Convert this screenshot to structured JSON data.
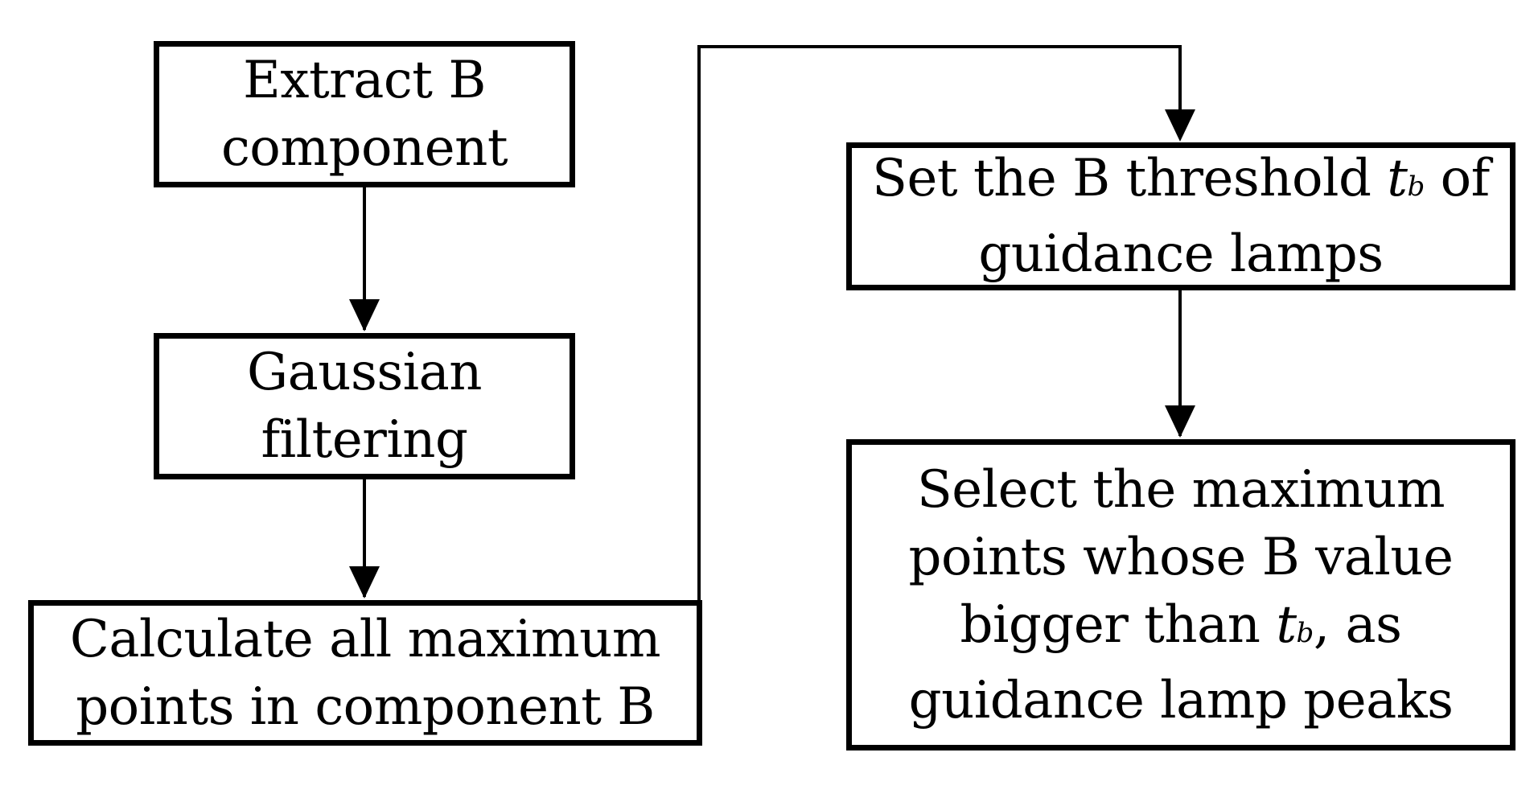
{
  "flowchart": {
    "steps": [
      {
        "id": "extract",
        "lines": [
          "Extract B",
          "component"
        ]
      },
      {
        "id": "gaussian",
        "lines": [
          "Gaussian",
          "filtering"
        ]
      },
      {
        "id": "calculate",
        "lines": [
          "Calculate all maximum",
          "points in component B"
        ]
      },
      {
        "id": "threshold",
        "line1_prefix": "Set the B threshold ",
        "var_t": "t",
        "var_b": "b",
        "line1_suffix": " of",
        "line2": "guidance lamps"
      },
      {
        "id": "select",
        "line1": "Select the maximum",
        "line2": "points whose B value",
        "line3_prefix": "bigger than ",
        "var_t": "t",
        "var_b": "b",
        "line3_suffix": ", as",
        "line4": "guidance lamp peaks"
      }
    ]
  }
}
